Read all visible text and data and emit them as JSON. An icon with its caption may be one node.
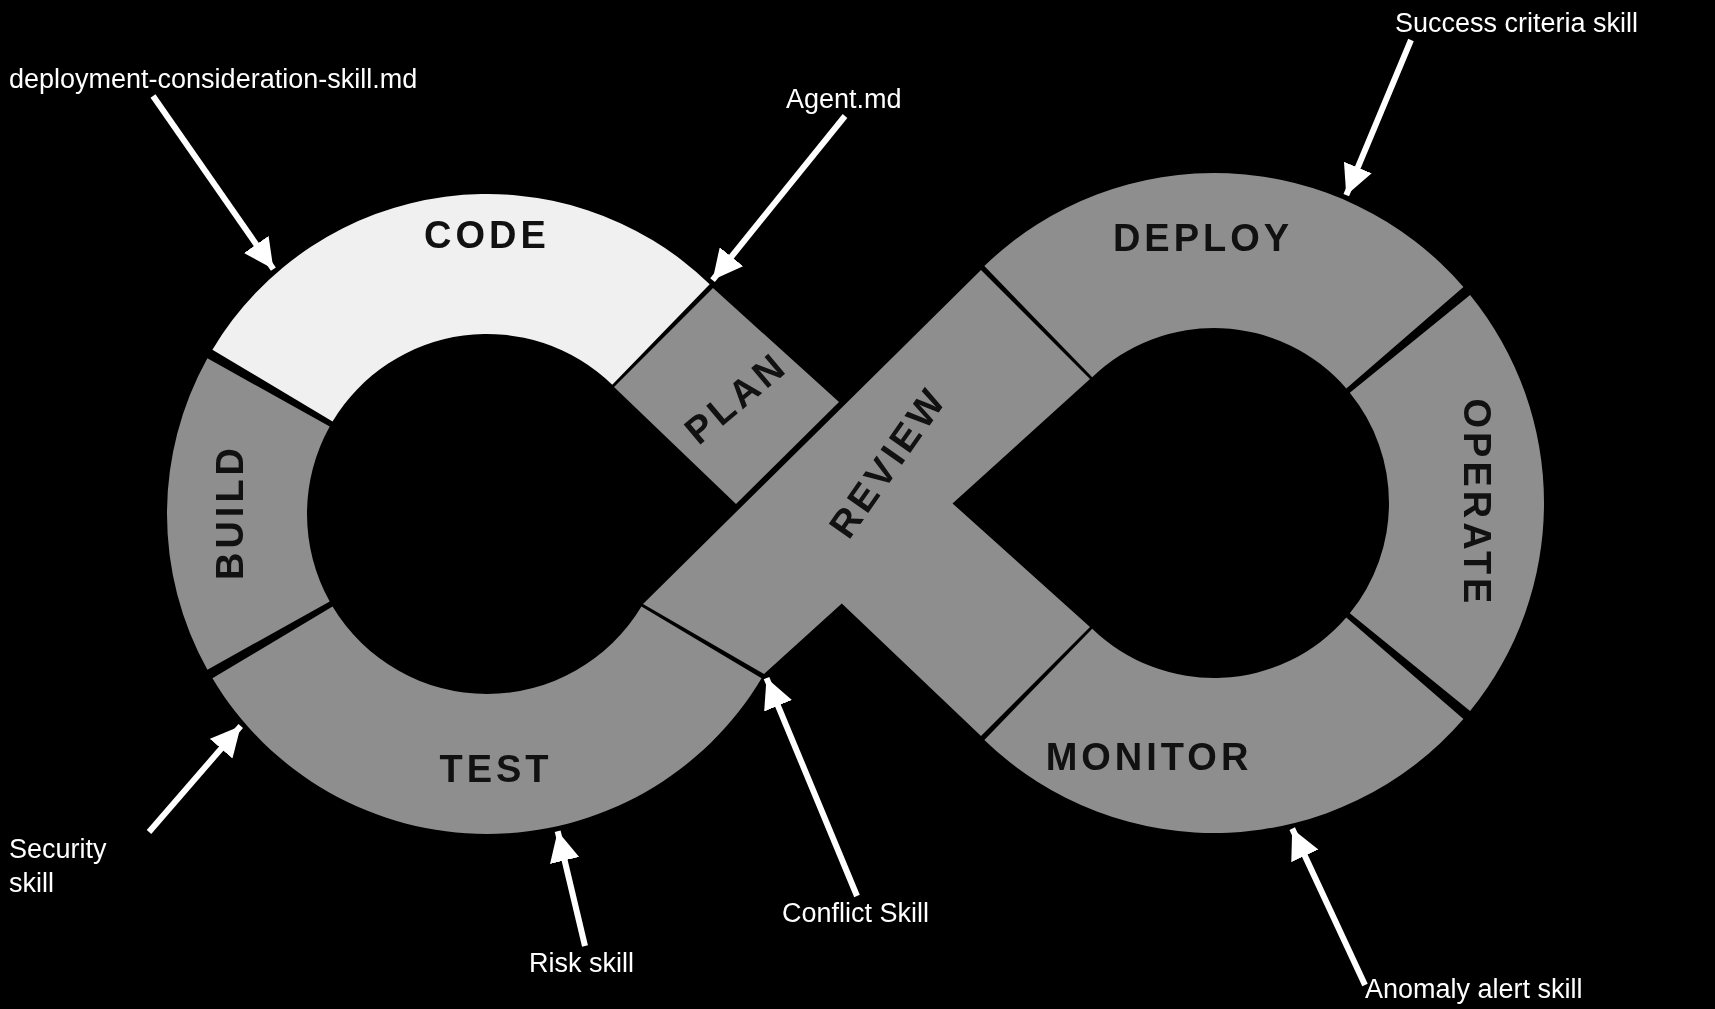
{
  "diagram": {
    "nodes": [
      {
        "text": [
          "deployment-consideration-skill.md"
        ]
      },
      {
        "text": [
          "Agent.md"
        ]
      },
      {
        "text": [
          "Success criteria skill"
        ]
      },
      {
        "text": [
          "CODE"
        ]
      },
      {
        "text": [
          "DEPLOY"
        ]
      },
      {
        "text": [
          "PLAN"
        ]
      },
      {
        "text": [
          "REVIEW"
        ]
      },
      {
        "text": [
          "BUILD"
        ]
      },
      {
        "text": [
          "OPERATE"
        ]
      },
      {
        "text": [
          "TEST"
        ]
      },
      {
        "text": [
          "MONITOR"
        ]
      },
      {
        "text": [
          "Security skill"
        ]
      },
      {
        "text": [
          "Conflict Skill"
        ]
      },
      {
        "text": [
          "Risk skill"
        ]
      },
      {
        "text": [
          "Anomaly alert skill"
        ]
      }
    ],
    "edges": [
      {
        "from": 0,
        "to": 3,
        "arrow": "to"
      },
      {
        "from": 1,
        "to": 3,
        "arrow": "to"
      },
      {
        "from": 2,
        "to": 4,
        "arrow": "to"
      },
      {
        "from": 11,
        "to": 9,
        "arrow": "to"
      },
      {
        "from": 12,
        "to": 6,
        "arrow": "to"
      },
      {
        "from": 13,
        "to": 9,
        "arrow": "to"
      },
      {
        "from": 14,
        "to": 10,
        "arrow": "to"
      }
    ]
  }
}
